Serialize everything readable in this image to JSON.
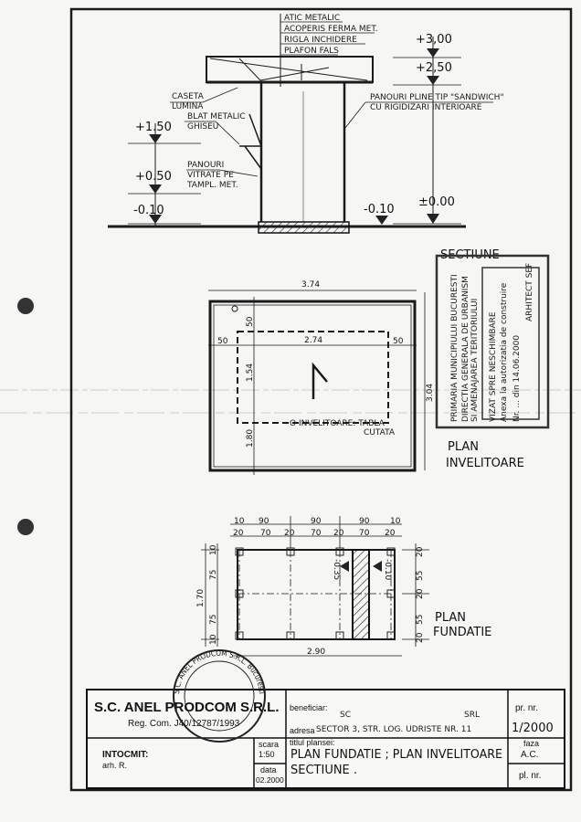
{
  "section": {
    "roof_labels": [
      "ATIC METALIC",
      "ACOPERIS FERMA MET.",
      "RIGLA INCHIDERE",
      "PLAFON FALS"
    ],
    "left_labels": {
      "caseta": [
        "CASETA",
        "LUMINA"
      ],
      "blat": [
        "BLAT METALIC",
        "GHISEU"
      ],
      "panouri_vitrate": [
        "PANOURI",
        "VITRATE PE",
        "TAMPL. MET."
      ]
    },
    "right_labels": [
      "PANOURI PLINE TIP \"SANDWICH\"",
      "CU RIGIDIZARI INTERIOARE"
    ],
    "levels_left": [
      "+1.50",
      "+0.50",
      "-0.10"
    ],
    "levels_right": [
      "+3,00",
      "+2,50",
      "±0.00",
      "-0.10"
    ],
    "title": "SECTIUNE"
  },
  "plan_invelitoare": {
    "title": [
      "PLAN",
      "INVELITOARE"
    ],
    "dims": {
      "width": "3.74",
      "inner_width": "2.74",
      "left": "50",
      "right": "50",
      "top": "50",
      "inner_height": "1.54",
      "bottom": "1.80",
      "height": "3.04"
    },
    "note": [
      "O INVELITOARE: TABLA",
      "CUTATA"
    ]
  },
  "plan_fundatie": {
    "title": [
      "PLAN",
      "FUNDATIE"
    ],
    "top_dims_1": [
      "10",
      "90",
      "90",
      "90",
      "10"
    ],
    "top_dims_2": [
      "20",
      "70",
      "20",
      "70",
      "20",
      "70",
      "20"
    ],
    "left_dims": [
      "10",
      "75",
      "1.70",
      "75",
      "10"
    ],
    "right_dims": [
      "20",
      "55",
      "20",
      "55",
      "20"
    ],
    "bottom_dim": "2.90",
    "levels": [
      "-0.35",
      "-0.10"
    ]
  },
  "stamp": {
    "lines": [
      "PRIMARIA MUNICIPIULUI BUCURESTI",
      "DIRECTIA GENERALA DE URBANISM",
      "SI AMENAJAREA TERITORIULUI",
      "VIZAT SPRE NESCHIMBARE",
      "Anexa la autorizatia de construire",
      "Nr. ... din 14.06.2000",
      "ARHITECT SEF"
    ]
  },
  "seal": {
    "text": "S.C. ANEL PRODCOM S.R.L. Bucuresti"
  },
  "title_block": {
    "company": "S.C. ANEL PRODCOM S.R.L.",
    "reg_com": "Reg. Com. J40/12787/1993",
    "beneficiar_label": "beneficiar:",
    "beneficiar_value_1": "SC",
    "beneficiar_value_2": "SRL",
    "adresa_label": "adresa",
    "adresa_value": "SECTOR 3, STR. LOG. UDRISTE NR. 11",
    "pr_nr_label": "pr. nr.",
    "pr_nr_value": "1/2000",
    "intocmit_label": "INTOCMIT:",
    "intocmit_value": "arh. R.",
    "scara_label": "scara",
    "scara_value": "1:50",
    "data_label": "data",
    "data_value": "02.2000",
    "titlu_label": "titlul plansei:",
    "titlu_value_1": "PLAN FUNDATIE ; PLAN INVELITOARE",
    "titlu_value_2": "SECTIUNE .",
    "faza_label": "faza",
    "faza_value": "A.C.",
    "pl_nr_label": "pl. nr."
  }
}
